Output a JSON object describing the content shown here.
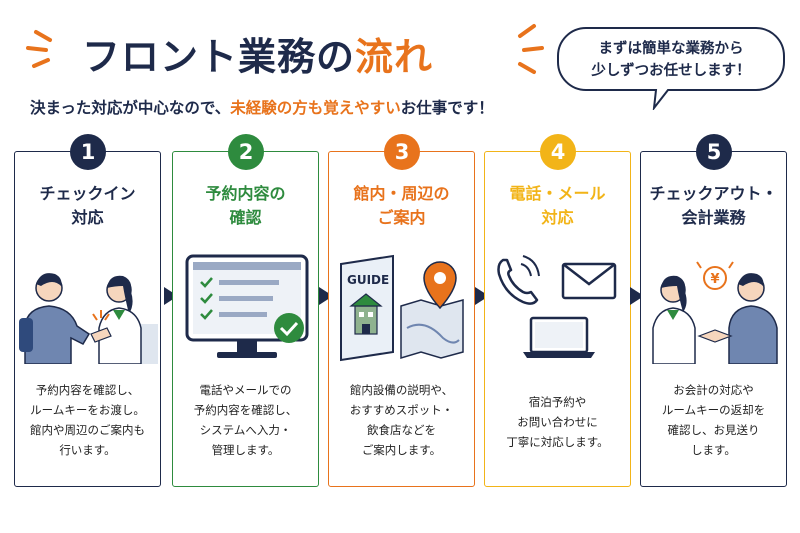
{
  "header": {
    "title_main": "フロント業務の",
    "title_accent": "流れ",
    "subtitle_before": "決まった対応が中心なので、",
    "subtitle_accent": "未経験の方も覚えやすい",
    "subtitle_after": "お仕事です！",
    "bubble_line1": "まずは簡単な業務から",
    "bubble_line2": "少しずつお任せします！"
  },
  "colors": {
    "navy": "#1e2a4a",
    "green": "#2e8b3e",
    "orange": "#e8731c",
    "yellow": "#f2b418",
    "accent": "#e8731c"
  },
  "steps": [
    {
      "number": "1",
      "title_line1": "チェックイン",
      "title_line2": "対応",
      "desc": [
        "予約内容を確認し、",
        "ルームキーをお渡し。",
        "館内や周辺のご案内も",
        "行います。"
      ]
    },
    {
      "number": "2",
      "title_line1": "予約内容の",
      "title_line2": "確認",
      "desc": [
        "電話やメールでの",
        "予約内容を確認し、",
        "システムへ入力・",
        "管理します。"
      ]
    },
    {
      "number": "3",
      "title_line1": "館内・周辺の",
      "title_line2": "ご案内",
      "book_label": "GUIDE",
      "desc": [
        "館内設備の説明や、",
        "おすすめスポット・",
        "飲食店などを",
        "ご案内します。"
      ]
    },
    {
      "number": "4",
      "title_line1": "電話・メール",
      "title_line2": "対応",
      "desc": [
        "宿泊予約や",
        "お問い合わせに",
        "丁寧に対応します。"
      ]
    },
    {
      "number": "5",
      "title_line1": "チェックアウト・",
      "title_line2": "会計業務",
      "coin_label": "¥",
      "desc": [
        "お会計の対応や",
        "ルームキーの返却を",
        "確認し、お見送り",
        "します。"
      ]
    }
  ]
}
